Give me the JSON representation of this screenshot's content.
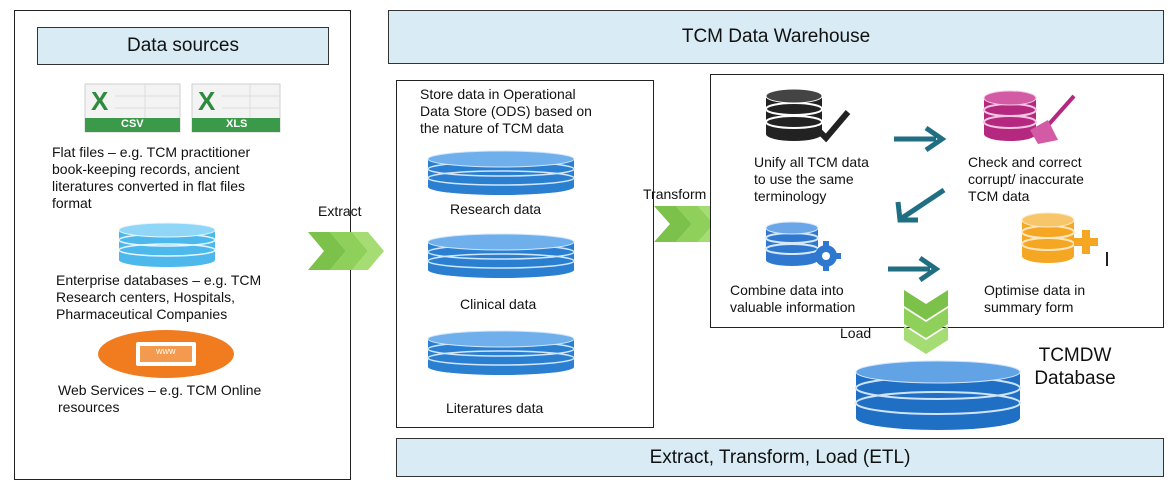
{
  "sources": {
    "header": "Data sources",
    "flat_files": "Flat files – e.g. TCM practitioner\nbook-keeping records, ancient\nliteratures converted in flat files\nformat",
    "csv_label": "CSV",
    "xls_label": "XLS",
    "enterprise": "Enterprise databases – e.g. TCM\nResearch centers, Hospitals,\nPharmaceutical Companies",
    "web_services": "Web Services – e.g. TCM Online\nresources",
    "web_banner": "www"
  },
  "warehouse": {
    "header": "TCM Data Warehouse",
    "ods_note": "Store data in Operational\nData Store (ODS) based on\nthe nature of TCM data",
    "research": "Research data",
    "clinical": "Clinical data",
    "literatures": "Literatures data",
    "unify": "Unify all TCM data\nto use the same\nterminology",
    "check": "Check and correct\ncorrupt/ inaccurate\nTCM data",
    "combine": "Combine data into\nvaluable information",
    "optimise": "Optimise data in\nsummary form",
    "db_label": "TCMDW\nDatabase"
  },
  "flow": {
    "extract": "Extract",
    "transform": "Transform",
    "load": "Load"
  },
  "footer": "Extract, Transform, Load (ETL)",
  "colors": {
    "header_fill": "#d9ebf4",
    "db_blue": "#2b7fd1",
    "chevron_green": "#7cc24a",
    "arrow_teal": "#1f6e82"
  }
}
